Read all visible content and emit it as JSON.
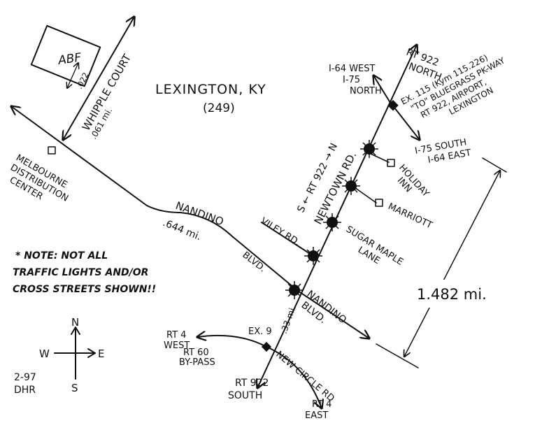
{
  "map": {
    "title": "LEXINGTON, KY",
    "subtitle": "(249)",
    "places": {
      "abf": "ABF",
      "melbourne": [
        "MELBOURNE",
        "DISTRIBUTION",
        "CENTER"
      ],
      "holiday_inn": [
        "HOLIDAY",
        "INN"
      ],
      "marriott": "MARRIOTT"
    },
    "roads": {
      "whipple_court": "WHIPPLE COURT",
      "nandino_upper": "NANDINO",
      "nandino_blvd_upper": "BLVD.",
      "nandino_lower": "NANDINO",
      "nandino_blvd_lower": "BLVD.",
      "newtown_rt922": "S ← RT 922 → N",
      "newtown_rd": "NEWTOWN RD.",
      "viley_rd": "VILEY RD.",
      "sugar_maple": [
        "SUGAR MAPLE",
        "LANE"
      ],
      "new_circle": "NEW CIRCLE RD",
      "rt4_east": [
        "RT 4",
        "EAST"
      ],
      "rt4_west": [
        "RT 4",
        "WEST",
        "RT 60",
        "BY-PASS"
      ],
      "rt922_south": [
        "RT 922",
        "SOUTH"
      ],
      "rt922_north": [
        "RT 922",
        "NORTH"
      ],
      "i64_west": [
        "I-64 WEST",
        "I-75",
        "NORTH"
      ],
      "i75_south": [
        "I-75 SOUTH",
        "I-64 EAST"
      ],
      "exit115": [
        "EX. 115 (Kym 115.226)",
        "\"TO\" BLUEGRASS PK-WAY",
        "RT 922, AIRPORT,",
        "LEXINGTON"
      ],
      "exit9": "EX. 9"
    },
    "distances": {
      "abf_offset": ".022",
      "whipple": ".061 mi.",
      "nandino": ".644 mi.",
      "newtown_segment": ".33 mi.",
      "total": "1.482 mi."
    },
    "note": [
      "* NOTE: NOT ALL",
      "TRAFFIC LIGHTS AND/OR",
      "CROSS STREETS SHOWN!!"
    ],
    "compass": {
      "n": "N",
      "s": "S",
      "e": "E",
      "w": "W"
    },
    "footer": [
      "2-97",
      "DHR"
    ]
  }
}
